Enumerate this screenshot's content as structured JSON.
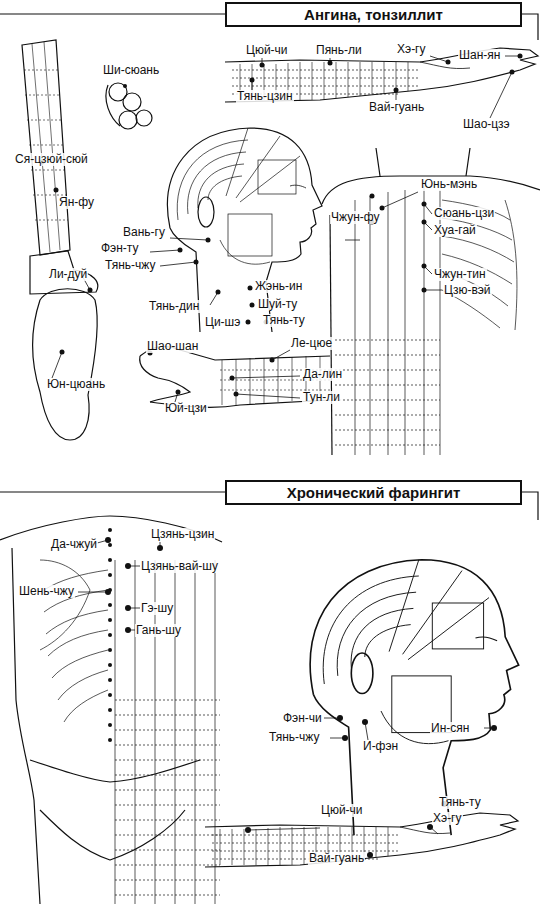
{
  "diagram": {
    "nodes": [
      {
        "text": [
          "Ангина, тонзиллит"
        ]
      },
      {
        "text": [
          "Хронический фарингит"
        ]
      }
    ],
    "labels": [
      "Цюй-чи",
      "Пянь-ли",
      "Хэ-гу",
      "Шан-ян",
      "Тянь-цзин",
      "Вай-гуань",
      "Шао-цзэ",
      "Ши-сюань",
      "Ся-цзюй-сюй",
      "Ян-фу",
      "Вань-гу",
      "Фэн-ту",
      "Тянь-чжу",
      "Ли-дуй",
      "Тянь-дин",
      "Жэнь-ин",
      "Шуй-ту",
      "Ци-шэ",
      "Тянь-ту",
      "Юн-цюань",
      "Шао-шан",
      "Ле-цюе",
      "Да-лин",
      "Тун-ли",
      "Юй-цзи",
      "Юнь-мэнь",
      "Чжун-фу",
      "Сюань-цзи",
      "Хуа-гай",
      "Чжун-тин",
      "Цзю-вэй",
      "Да-чжуй",
      "Цзянь-цзин",
      "Шень-чжу",
      "Цзянь-вай-шу",
      "Гэ-шу",
      "Гань-шу",
      "Фэн-чи",
      "Тянь-чжу",
      "И-фэн",
      "Ин-сян",
      "Тянь-ту",
      "Цюй-чи",
      "Хэ-гу",
      "Вай-гуань"
    ]
  }
}
